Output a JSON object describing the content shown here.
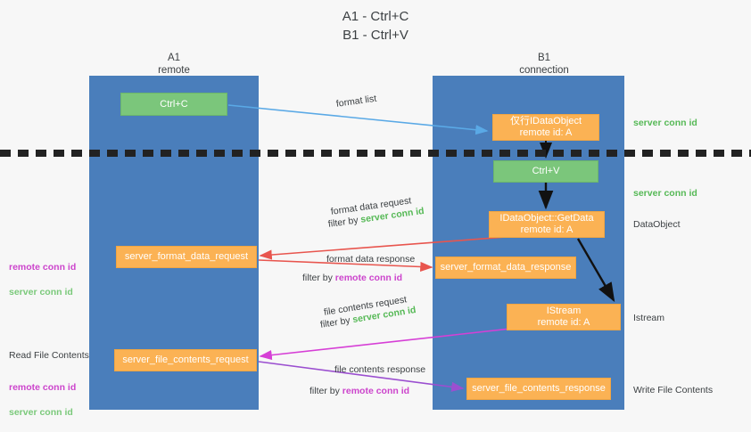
{
  "title": "A1 - Ctrl+C\nB1 - Ctrl+V",
  "lanes": [
    {
      "name": "a1",
      "label": "A1\nremote"
    },
    {
      "name": "b1",
      "label": "B1\nconnection"
    }
  ],
  "boxes": {
    "ctrl_c": "Ctrl+C",
    "data_object": "仅行IDataObject\nremote id: A",
    "ctrl_v": "Ctrl+V",
    "get_data": "IDataObject::GetData\nremote id: A",
    "server_format_data_request": "server_format_data_request",
    "server_format_data_response": "server_format_data_response",
    "istream": "IStream\nremote id: A",
    "server_file_contents_request": "server_file_contents_request",
    "server_file_contents_response": "server_file_contents_response"
  },
  "arrow_labels": {
    "format_list": "format list",
    "format_data_request": "format data request",
    "format_data_request_filter_prefix": "filter by ",
    "format_data_request_filter_value": "server conn id",
    "format_data_response": "format data response",
    "format_data_response_filter_prefix": "filter by ",
    "format_data_response_filter_value": "remote conn id",
    "file_contents_request": "file contents request",
    "file_contents_request_filter_prefix": "filter by ",
    "file_contents_request_filter_value": "server conn id",
    "file_contents_response": "file contents response",
    "file_contents_response_filter_prefix": "filter by ",
    "file_contents_response_filter_value": "remote conn id"
  },
  "right_labels": {
    "server_conn_id_top": "server conn id",
    "server_conn_id_mid": "server conn id",
    "data_object": "DataObject",
    "istream": "Istream",
    "write_file_contents": "Write File Contents"
  },
  "left_labels": {
    "remote_conn_id_1": "remote conn id",
    "server_conn_id_1": "server conn id",
    "read_file_contents": "Read File Contents",
    "remote_conn_id_2": "remote conn id",
    "server_conn_id_2": "server conn id"
  },
  "colors": {
    "lane": "#4a7ebb",
    "green_box": "#7bc67b",
    "orange_box": "#fbb254",
    "server_conn_id": "#56b956",
    "remote_conn_id": "#cc44cc",
    "arrow_blue": "#5aa9e6",
    "arrow_red": "#e8554e",
    "arrow_magenta": "#d63fd6",
    "arrow_purple": "#9b4fd0",
    "arrow_black": "#111111",
    "background": "#f7f7f7"
  }
}
